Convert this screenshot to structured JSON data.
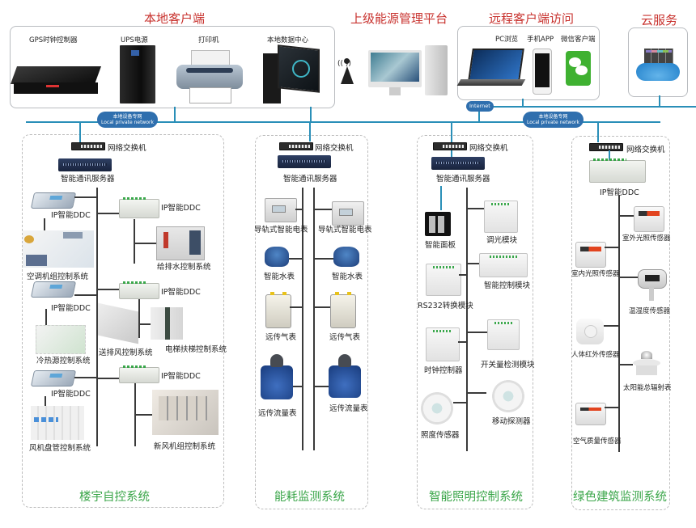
{
  "top": {
    "local_client": {
      "title": "本地客户端",
      "devices": [
        "GPS时钟控制器",
        "UPS电源",
        "打印机",
        "本地数据中心"
      ]
    },
    "upper_platform": {
      "title": "上级能源管理平台"
    },
    "remote_access": {
      "title": "远程客户端访问",
      "devices": [
        "PC浏览",
        "手机APP",
        "微信客户端"
      ]
    },
    "cloud": {
      "title": "云服务"
    }
  },
  "network": {
    "local_private_cn": "本地设备专网",
    "local_private_en": "Local private network",
    "internet": "Internet"
  },
  "common": {
    "switch": "网络交换机",
    "server": "智能通讯服务器",
    "ip_ddc": "IP智能DDC"
  },
  "systems": [
    {
      "title": "楼宇自控系统",
      "items": [
        "空调机组控制系统",
        "给排水控制系统",
        "冷热源控制系统",
        "送排风控制系统",
        "电梯扶梯控制系统",
        "风机盘管控制系统",
        "新风机组控制系统"
      ]
    },
    {
      "title": "能耗监测系统",
      "items": [
        "导轨式智能电表",
        "导轨式智能电表",
        "智能水表",
        "智能水表",
        "远传气表",
        "远传气表",
        "远传流量表",
        "远传流量表"
      ]
    },
    {
      "title": "智能照明控制系统",
      "items": [
        "智能面板",
        "调光模块",
        "智能控制模块",
        "RS232转换模块",
        "时钟控制器",
        "开关量检测模块",
        "照度传感器",
        "移动探测器"
      ]
    },
    {
      "title": "绿色建筑监测系统",
      "items": [
        "室外光照传感器",
        "室内光照传感器",
        "温湿度传感器",
        "人体红外传感器",
        "太阳能总辐射表",
        "空气质量传感器"
      ]
    }
  ]
}
